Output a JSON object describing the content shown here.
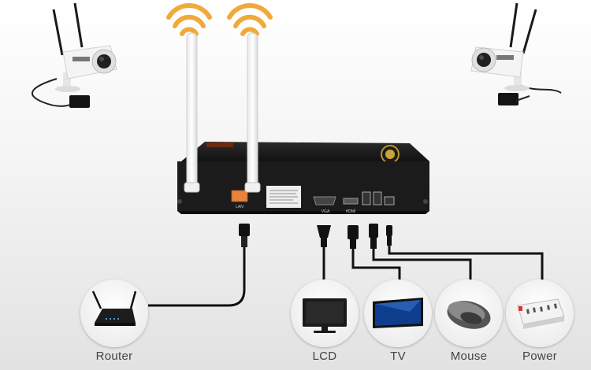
{
  "devices": {
    "router": "Router",
    "lcd": "LCD",
    "tv": "TV",
    "mouse": "Mouse",
    "power": "Power"
  },
  "nvr": {
    "port_labels": [
      "LAN",
      "VGA",
      "HDMI"
    ]
  },
  "colors": {
    "wifi_wave": "#f2a93b",
    "nvr_body": "#1b1b1b",
    "lan_port": "#e8833a",
    "cable": "#111111",
    "circle_bg": "#ffffff",
    "lcd_screen": "#1a1a1a",
    "tv_screen": "#0d3d8c"
  },
  "icons": [
    "wifi-signal-icon",
    "ip-camera-icon",
    "router-icon",
    "monitor-icon",
    "tv-icon",
    "mouse-icon",
    "power-strip-icon"
  ]
}
